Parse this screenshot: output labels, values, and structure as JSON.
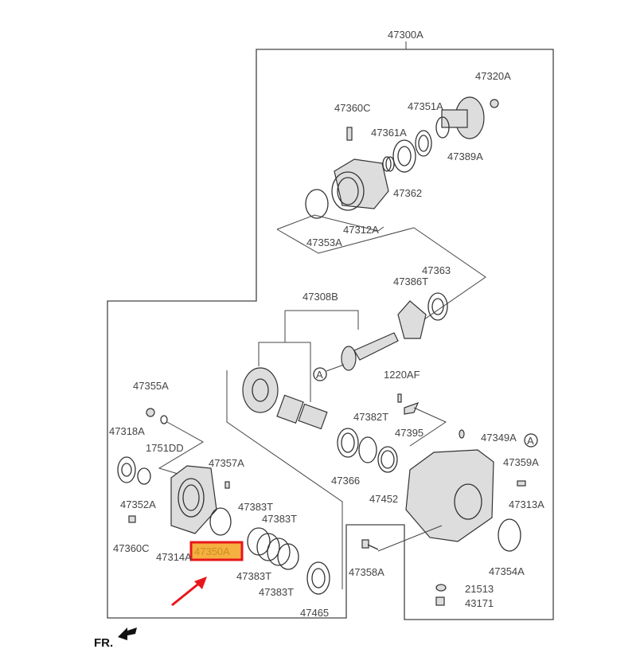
{
  "diagram": {
    "assembly_label": "47300A",
    "labels": {
      "l47320A": "47320A",
      "l47360C_top": "47360C",
      "l47351A": "47351A",
      "l47361A": "47361A",
      "l47389A": "47389A",
      "l47362": "47362",
      "l47312A": "47312A",
      "l47353A": "47353A",
      "l47363": "47363",
      "l47386T": "47386T",
      "l47308B": "47308B",
      "l1220AF": "1220AF",
      "l47355A": "47355A",
      "l47382T": "47382T",
      "l47395": "47395",
      "l47318A": "47318A",
      "l1751DD": "1751DD",
      "l47349A": "47349A",
      "l47357A": "47357A",
      "l47359A": "47359A",
      "l47366": "47366",
      "l47452": "47452",
      "l47313A": "47313A",
      "l47352A": "47352A",
      "l47383T_1": "47383T",
      "l47383T_2": "47383T",
      "l47360C_bottom": "47360C",
      "l47314A": "47314A",
      "l47358A": "47358A",
      "l47354A": "47354A",
      "l47383T_3": "47383T",
      "l47383T_4": "47383T",
      "l21513": "21513",
      "l47465": "47465",
      "l43171": "43171"
    },
    "highlighted_part": "47350A",
    "highlight_color": "#e8161b",
    "highlight_fill": "#f5b041",
    "arrow_color": "#e8161b",
    "reference_marker": "A",
    "direction_label": "FR."
  }
}
